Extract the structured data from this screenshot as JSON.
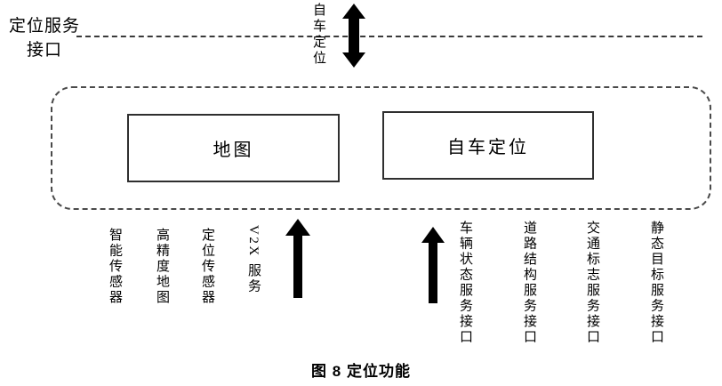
{
  "top": {
    "service_label_line1": "定位服务",
    "service_label_line2": "接口",
    "ego_flow_label": "自车定位"
  },
  "module": {
    "boxes": [
      {
        "label": "地图"
      },
      {
        "label": "自车定位"
      }
    ]
  },
  "inputs": {
    "left": [
      "智能传感器",
      "高精度地图",
      "定位传感器",
      "V2X 服务"
    ],
    "right": [
      "车辆状态服务接口",
      "道路结构服务接口",
      "交通标志服务接口",
      "静态目标服务接口"
    ]
  },
  "caption": "图 8 定位功能",
  "colors": {
    "arrow": "#000000",
    "dashed_line": "#3a3a3a",
    "box_border": "#2f2f2f",
    "background": "#ffffff"
  }
}
